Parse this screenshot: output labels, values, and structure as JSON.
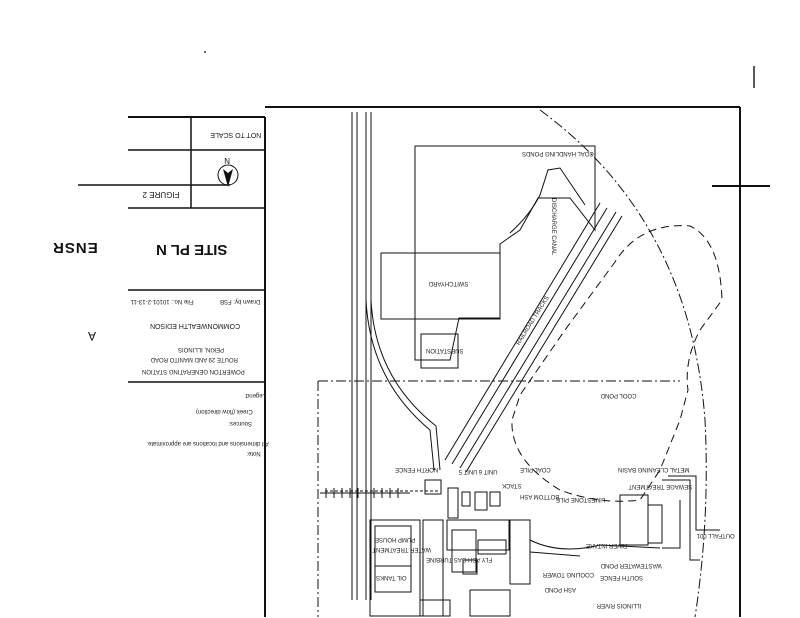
{
  "title_block": {
    "scale_note": "NOT TO SCALE",
    "figure_label": "FIGURE 2",
    "sheet_title": "SITE PL N",
    "drawn_by": "Drawn by: FSB",
    "file_no": "File No.: 10101-2-13-11",
    "client": "COMMONWEALTH EDISON",
    "station": "POWERTON GENERATING STATION",
    "address": "ROUTE 29 AND MANITO ROAD",
    "city": "PEKIN, ILLINOIS",
    "legend_label": "Legend:",
    "legend_item": "Creek (flow direction)",
    "sources": "Sources:",
    "notes_label": "Note:",
    "note_text": "All dimensions and locations are approximate.",
    "letter_mark": "A"
  },
  "logo": {
    "text": "ENSR"
  },
  "map_labels": {
    "coal_handling_ponds": "COAL HANDLING PONDS",
    "ash_pond": "ASH POND",
    "cooling_pond": "COOL POND",
    "switchyard": "SWITCHYARD",
    "substation": "SUBSTATION",
    "railroad": "RAILROAD TRACKS",
    "north_fence": "NORTH FENCE",
    "south_fence": "SOUTH FENCE",
    "discharge": "DISCHARGE CANAL",
    "river_intake": "RIVER INTAKE",
    "illinois_river": "ILLINOIS RIVER",
    "outfall": "OUTFALL 001",
    "unit5": "UNIT 5",
    "unit6": "UNIT 6",
    "coal_pile": "COAL PILE",
    "limestone": "LIMESTONE PILE",
    "bottom_ash": "BOTTOM ASH",
    "fly_ash": "FLY ASH",
    "gas_turbine": "GAS TURBINE",
    "cooling_tower": "COOLING TOWER",
    "water_treat": "WATER TREATMENT",
    "pump_house": "PUMP HOUSE",
    "stack": "STACK",
    "metal_clean": "METAL CLEANING BASIN",
    "sewage": "SEWAGE TREATMENT",
    "oil_tanks": "OIL TANKS",
    "ww_pond": "WASTEWATER POND"
  }
}
